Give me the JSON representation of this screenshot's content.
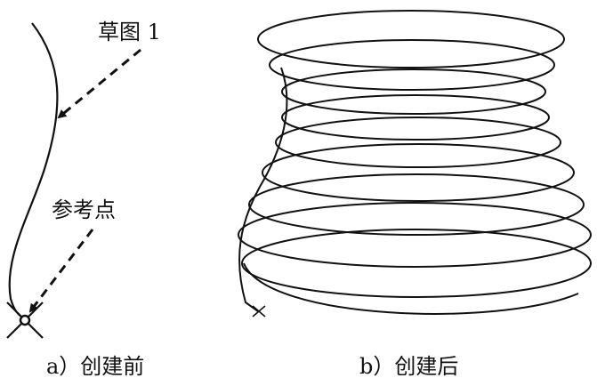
{
  "figure": {
    "annotations": {
      "sketch": "草图 1",
      "reference_point": "参考点"
    },
    "captions": {
      "before": "a）创建前",
      "after": "b）创建后"
    },
    "colors": {
      "stroke": "#111111",
      "background": "#ffffff"
    }
  }
}
